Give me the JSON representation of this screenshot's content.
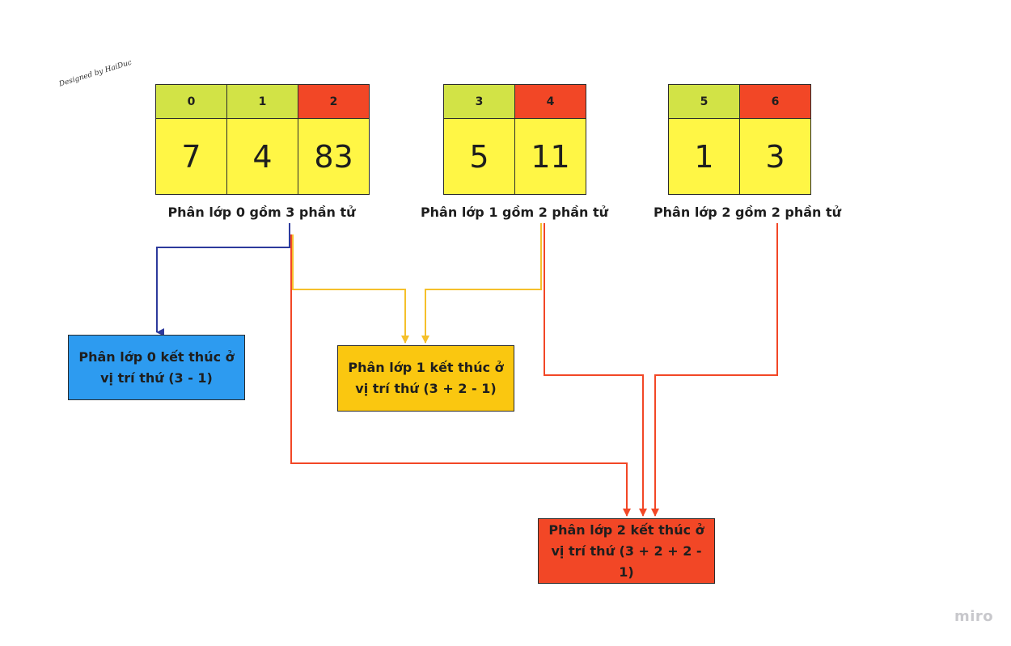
{
  "signature": "Designed by HaiDuc",
  "brand": "miro",
  "colors": {
    "index_green": "#d2e346",
    "index_red": "#f24726",
    "value_yellow": "#fff645",
    "arrow_blue": "#2d3a9c",
    "arrow_yellow": "#f5c02b",
    "arrow_red": "#f24726",
    "box_blue": "#2d9bf0",
    "box_yellow": "#fac710",
    "box_red": "#f24726"
  },
  "partitions": [
    {
      "caption": "Phân lớp 0 gồm 3 phần tử",
      "cells": [
        {
          "index": "0",
          "value": "7",
          "index_color": "green"
        },
        {
          "index": "1",
          "value": "4",
          "index_color": "green"
        },
        {
          "index": "2",
          "value": "83",
          "index_color": "red"
        }
      ]
    },
    {
      "caption": "Phân lớp 1 gồm 2 phần tử",
      "cells": [
        {
          "index": "3",
          "value": "5",
          "index_color": "green"
        },
        {
          "index": "4",
          "value": "11",
          "index_color": "red"
        }
      ]
    },
    {
      "caption": "Phân lớp 2 gồm 2 phần tử",
      "cells": [
        {
          "index": "5",
          "value": "1",
          "index_color": "green"
        },
        {
          "index": "6",
          "value": "3",
          "index_color": "red"
        }
      ]
    }
  ],
  "results": [
    {
      "line1": "Phân lớp 0 kết thúc ở",
      "line2": "vị trí thứ (3 - 1)",
      "color": "blue"
    },
    {
      "line1": "Phân lớp 1 kết thúc ở",
      "line2": "vị trí thứ (3 + 2 - 1)",
      "color": "yellow"
    },
    {
      "line1": "Phân lớp 2 kết thúc ở",
      "line2": "vị trí thứ (3 + 2 + 2 - 1)",
      "color": "red"
    }
  ]
}
